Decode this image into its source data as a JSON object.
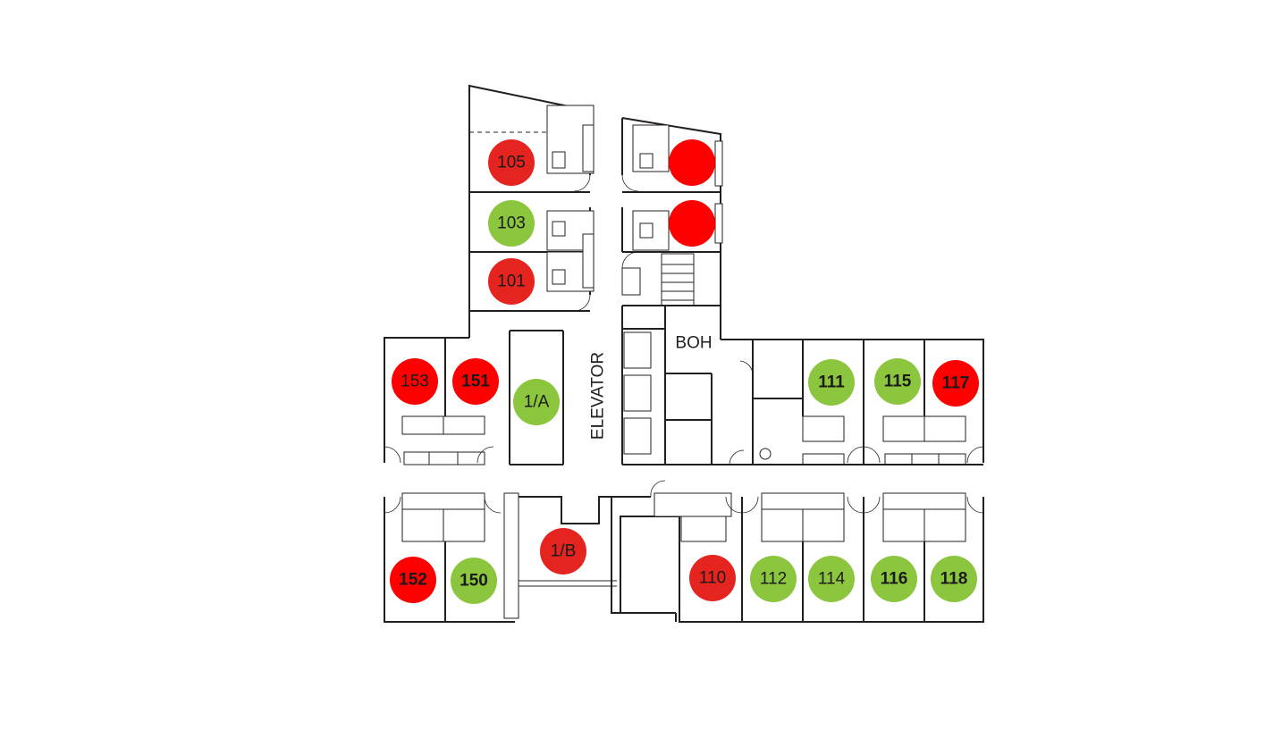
{
  "colors": {
    "occupied": "#e52420",
    "occupied_bright": "#ff0000",
    "available": "#8cc63f"
  },
  "labels": {
    "elevator": "ELEVATOR",
    "boh": "BOH"
  },
  "rooms": [
    {
      "id": "105",
      "label": "105",
      "status": "occupied"
    },
    {
      "id": "103",
      "label": "103",
      "status": "available"
    },
    {
      "id": "101",
      "label": "101",
      "status": "occupied"
    },
    {
      "id": "upper-right-1",
      "label": "",
      "status": "occupied_bright"
    },
    {
      "id": "upper-right-2",
      "label": "",
      "status": "occupied_bright"
    },
    {
      "id": "153",
      "label": "153",
      "status": "occupied_bright"
    },
    {
      "id": "151",
      "label": "151",
      "status": "occupied_bright"
    },
    {
      "id": "1a",
      "label": "1/A",
      "status": "available"
    },
    {
      "id": "111",
      "label": "111",
      "status": "available"
    },
    {
      "id": "115",
      "label": "115",
      "status": "available"
    },
    {
      "id": "117",
      "label": "117",
      "status": "occupied_bright"
    },
    {
      "id": "152",
      "label": "152",
      "status": "occupied_bright"
    },
    {
      "id": "150",
      "label": "150",
      "status": "available"
    },
    {
      "id": "1b",
      "label": "1/B",
      "status": "occupied"
    },
    {
      "id": "110",
      "label": "110",
      "status": "occupied"
    },
    {
      "id": "112",
      "label": "112",
      "status": "available"
    },
    {
      "id": "114",
      "label": "114",
      "status": "available"
    },
    {
      "id": "116",
      "label": "116",
      "status": "available"
    },
    {
      "id": "118",
      "label": "118",
      "status": "available"
    }
  ]
}
